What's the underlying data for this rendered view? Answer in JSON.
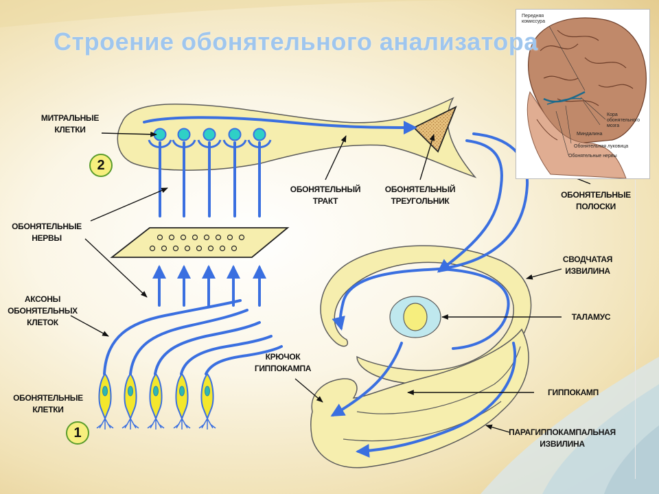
{
  "title": "Строение обонятельного анализатора",
  "labels": {
    "mitral_cells": [
      "МИТРАЛЬНЫЕ",
      "КЛЕТКИ"
    ],
    "olfactory_nerves": [
      "ОБОНЯТЕЛЬНЫЕ",
      "НЕРВЫ"
    ],
    "axons": [
      "АКСОНЫ",
      "ОБОНЯТЕЛЬНЫХ",
      "КЛЕТОК"
    ],
    "olfactory_cells": [
      "ОБОНЯТЕЛЬНЫЕ",
      "КЛЕТКИ"
    ],
    "olfactory_tract": [
      "ОБОНЯТЕЛЬНЫЙ",
      "ТРАКТ"
    ],
    "olfactory_triangle": [
      "ОБОНЯТЕЛЬНЫЙ",
      "ТРЕУГОЛЬНИК"
    ],
    "olfactory_stripes": [
      "ОБОНЯТЕЛЬНЫЕ",
      "ПОЛОСКИ"
    ],
    "fornicate_gyrus": [
      "СВОДЧАТАЯ",
      "ИЗВИЛИНА"
    ],
    "thalamus": [
      "ТАЛАМУС"
    ],
    "hippocampus_hook": [
      "КРЮЧОК",
      "ГИППОКАМПА"
    ],
    "hippocampus": [
      "ГИППОКАМП"
    ],
    "parahippocampal_gyrus": [
      "ПАРАГИППОКАМПАЛЬНАЯ",
      "ИЗВИЛИНА"
    ]
  },
  "badges": {
    "one": "1",
    "two": "2"
  },
  "inset": {
    "anterior_commissure": [
      "Передняя",
      "комиссура"
    ],
    "brain_cortex": [
      "Кора",
      "обонятельного",
      "мозга"
    ],
    "amygdala": [
      "Миндалина"
    ],
    "olfactory_bulb": [
      "Обонятельная луковица"
    ],
    "olfactory_nerves": [
      "Обонятельные нервы"
    ]
  },
  "colors": {
    "title": "#9fc6ee",
    "tissue_fill": "#f6eeae",
    "tissue_stroke": "#5a5a5a",
    "pathway": "#3a6fe0",
    "cell_body": "#f4e72c",
    "nucleus": "#2fb8b0",
    "badge_fill": "#f7ef7e",
    "badge_border": "#5a9c2c"
  }
}
